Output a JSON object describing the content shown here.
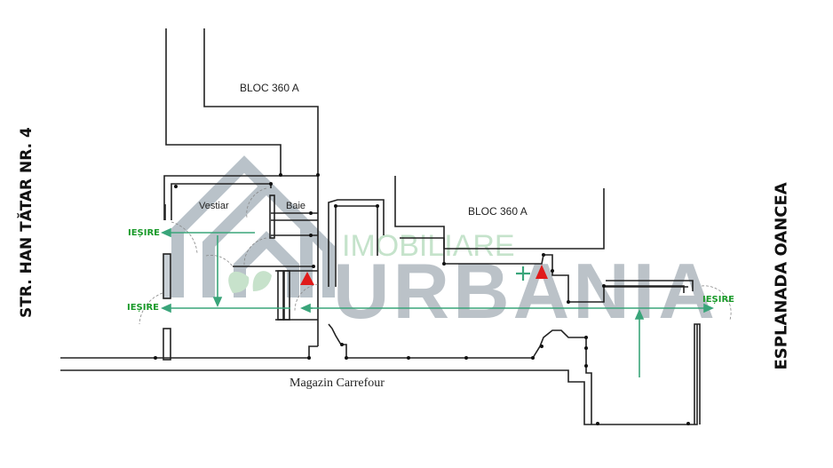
{
  "streets": {
    "left": "STR. HAN TĂTAR NR. 4",
    "right": "ESPLANADA OANCEA"
  },
  "buildings": {
    "bloc_top": "BLOC 360 A",
    "bloc_middle": "BLOC 360 A",
    "store": "Magazin Carrefour"
  },
  "rooms": {
    "vestiar": "Vestiar",
    "baie": "Baie"
  },
  "exits": {
    "left_top": "IEȘIRE",
    "left_bottom": "IEȘIRE",
    "right": "IEȘIRE"
  },
  "watermark": {
    "line1": "IMOBILIARE",
    "line2": "URBANIA"
  },
  "colors": {
    "exit_green": "#1a9a2a",
    "arrow_green": "#3aa57a",
    "fire_red": "#e01b1b",
    "watermark_gray": "#a9b2b9",
    "watermark_green": "#b9dcc0",
    "wall": "#222222"
  }
}
